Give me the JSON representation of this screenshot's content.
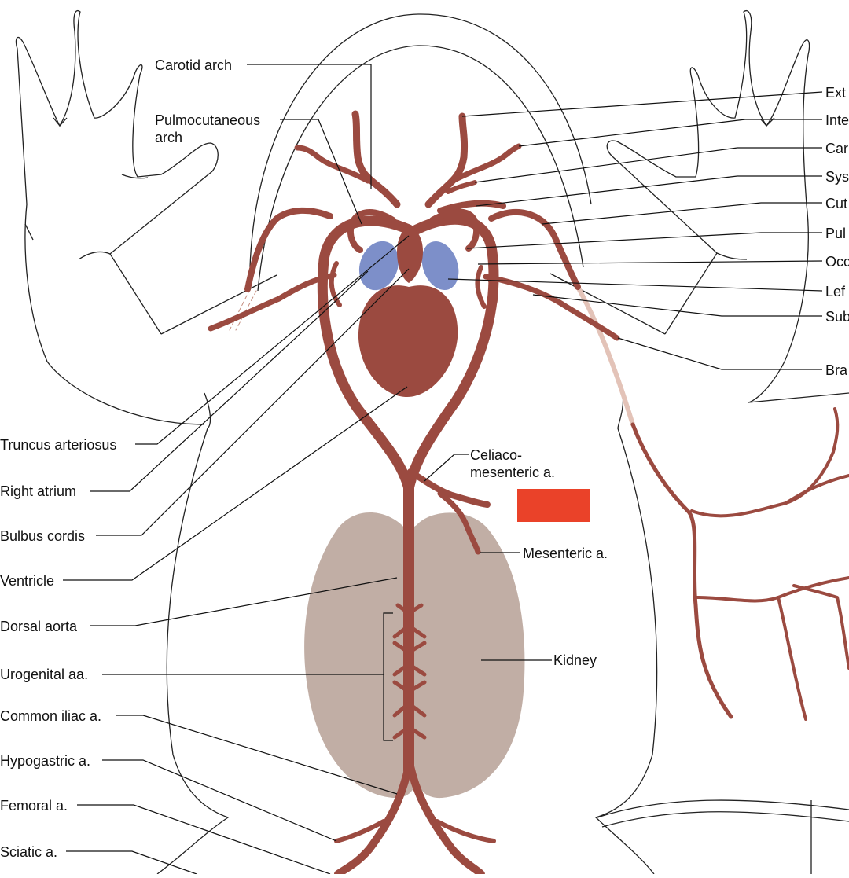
{
  "colors": {
    "artery": "#9b4a40",
    "artery_edge": "#6e2c24",
    "atria": "#7d8fc9",
    "kidney": "#c1aea5",
    "highlight_box": "#ea4229",
    "faded_vessel": "#e3c3b8"
  },
  "labels": {
    "carotid_arch": "Carotid arch",
    "pulmocutaneous_arch_1": "Pulmocutaneous",
    "pulmocutaneous_arch_2": "arch",
    "truncus_arteriosus": "Truncus arteriosus",
    "right_atrium": "Right atrium",
    "bulbus_cordis": "Bulbus cordis",
    "ventricle": "Ventricle",
    "dorsal_aorta": "Dorsal aorta",
    "urogenital_aa": "Urogenital aa.",
    "common_iliac_a": "Common iliac a.",
    "hypogastric_a": "Hypogastric a.",
    "femoral_a": "Femoral a.",
    "sciatic_a": "Sciatic a.",
    "celiaco_1": "Celiaco-",
    "celiaco_2": "mesenteric a.",
    "mesenteric_a": "Mesenteric a.",
    "kidney": "Kidney",
    "right_ext": "Ext",
    "right_inte": "Inte",
    "right_car": "Car",
    "right_sys": "Sys",
    "right_cut": "Cut",
    "right_pul": "Pul",
    "right_occ": "Occ",
    "right_lef": "Lef",
    "right_sub": "Sub",
    "right_bra": "Bra"
  }
}
